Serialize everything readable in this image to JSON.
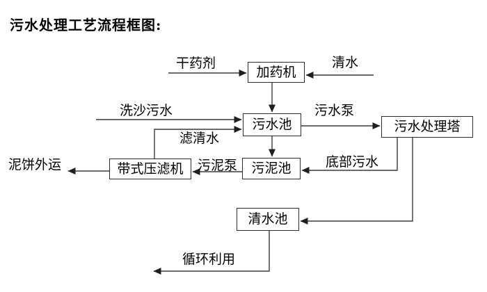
{
  "diagram": {
    "title": "污水处理工艺流程框图:",
    "nodes": [
      {
        "id": "dosing-machine",
        "label": "加药机"
      },
      {
        "id": "sewage-pool",
        "label": "污水池"
      },
      {
        "id": "treatment-tower",
        "label": "污水处理塔"
      },
      {
        "id": "sludge-pool",
        "label": "污泥池"
      },
      {
        "id": "belt-filter-press",
        "label": "带式压滤机"
      },
      {
        "id": "clean-water-pool",
        "label": "清水池"
      }
    ],
    "flow_labels": [
      {
        "id": "dry-chemical",
        "label": "干药剂"
      },
      {
        "id": "clean-water",
        "label": "清水"
      },
      {
        "id": "sand-washing-sewage",
        "label": "洗沙污水"
      },
      {
        "id": "sewage-pump",
        "label": "污水泵"
      },
      {
        "id": "filtered-water",
        "label": "滤清水"
      },
      {
        "id": "sludge-pump",
        "label": "污泥泵"
      },
      {
        "id": "bottom-sewage",
        "label": "底部污水"
      },
      {
        "id": "mud-cake-out",
        "label": "泥饼外运"
      },
      {
        "id": "recycle-use",
        "label": "循环利用"
      }
    ],
    "edges": [
      {
        "from": "dry-chemical-input",
        "to": "dosing-machine",
        "label": "干药剂"
      },
      {
        "from": "clean-water-input",
        "to": "dosing-machine",
        "label": "清水"
      },
      {
        "from": "dosing-machine",
        "to": "sewage-pool",
        "label": ""
      },
      {
        "from": "sand-washing-input",
        "to": "sewage-pool",
        "label": "洗沙污水"
      },
      {
        "from": "belt-filter-press",
        "to": "sewage-pool",
        "label": "滤清水"
      },
      {
        "from": "sewage-pool",
        "to": "treatment-tower",
        "label": "污水泵"
      },
      {
        "from": "sewage-pool",
        "to": "sludge-pool",
        "label": ""
      },
      {
        "from": "sludge-pool",
        "to": "belt-filter-press",
        "label": "污泥泵"
      },
      {
        "from": "belt-filter-press",
        "to": "mud-cake-out",
        "label": "泥饼外运"
      },
      {
        "from": "treatment-tower",
        "to": "sludge-pool",
        "label": "底部污水"
      },
      {
        "from": "treatment-tower",
        "to": "clean-water-pool",
        "label": ""
      },
      {
        "from": "clean-water-pool",
        "to": "recycle-out",
        "label": "循环利用"
      }
    ],
    "colors": {
      "line": "#3a3a3a",
      "box_border": "#2b2b2b",
      "text": "#000000",
      "background": "#ffffff"
    }
  }
}
